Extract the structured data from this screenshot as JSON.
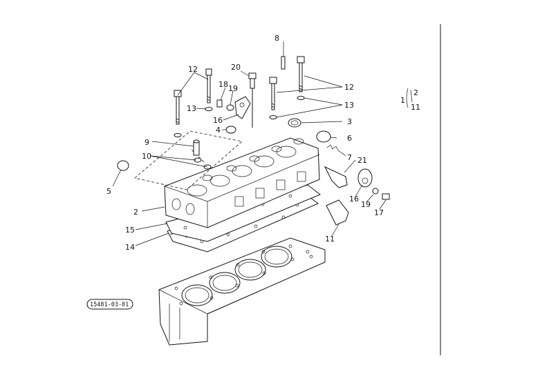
{
  "callouts": {
    "c2": "2",
    "c3": "3",
    "c4": "4",
    "c5": "5",
    "c6": "6",
    "c7": "7",
    "c8": "8",
    "c9": "9",
    "c10": "10",
    "c11": "11",
    "c12a": "12",
    "c12b": "12",
    "c13a": "13",
    "c13b": "13",
    "c14": "14",
    "c15": "15",
    "c16a": "16",
    "c16b": "16",
    "c17": "17",
    "c18": "18",
    "c19a": "19",
    "c19b": "19",
    "c20": "20",
    "c21": "21"
  },
  "inset": {
    "label_1": "1",
    "label_2": "2",
    "label_11": "11"
  },
  "reference_code": "15481-03-01"
}
